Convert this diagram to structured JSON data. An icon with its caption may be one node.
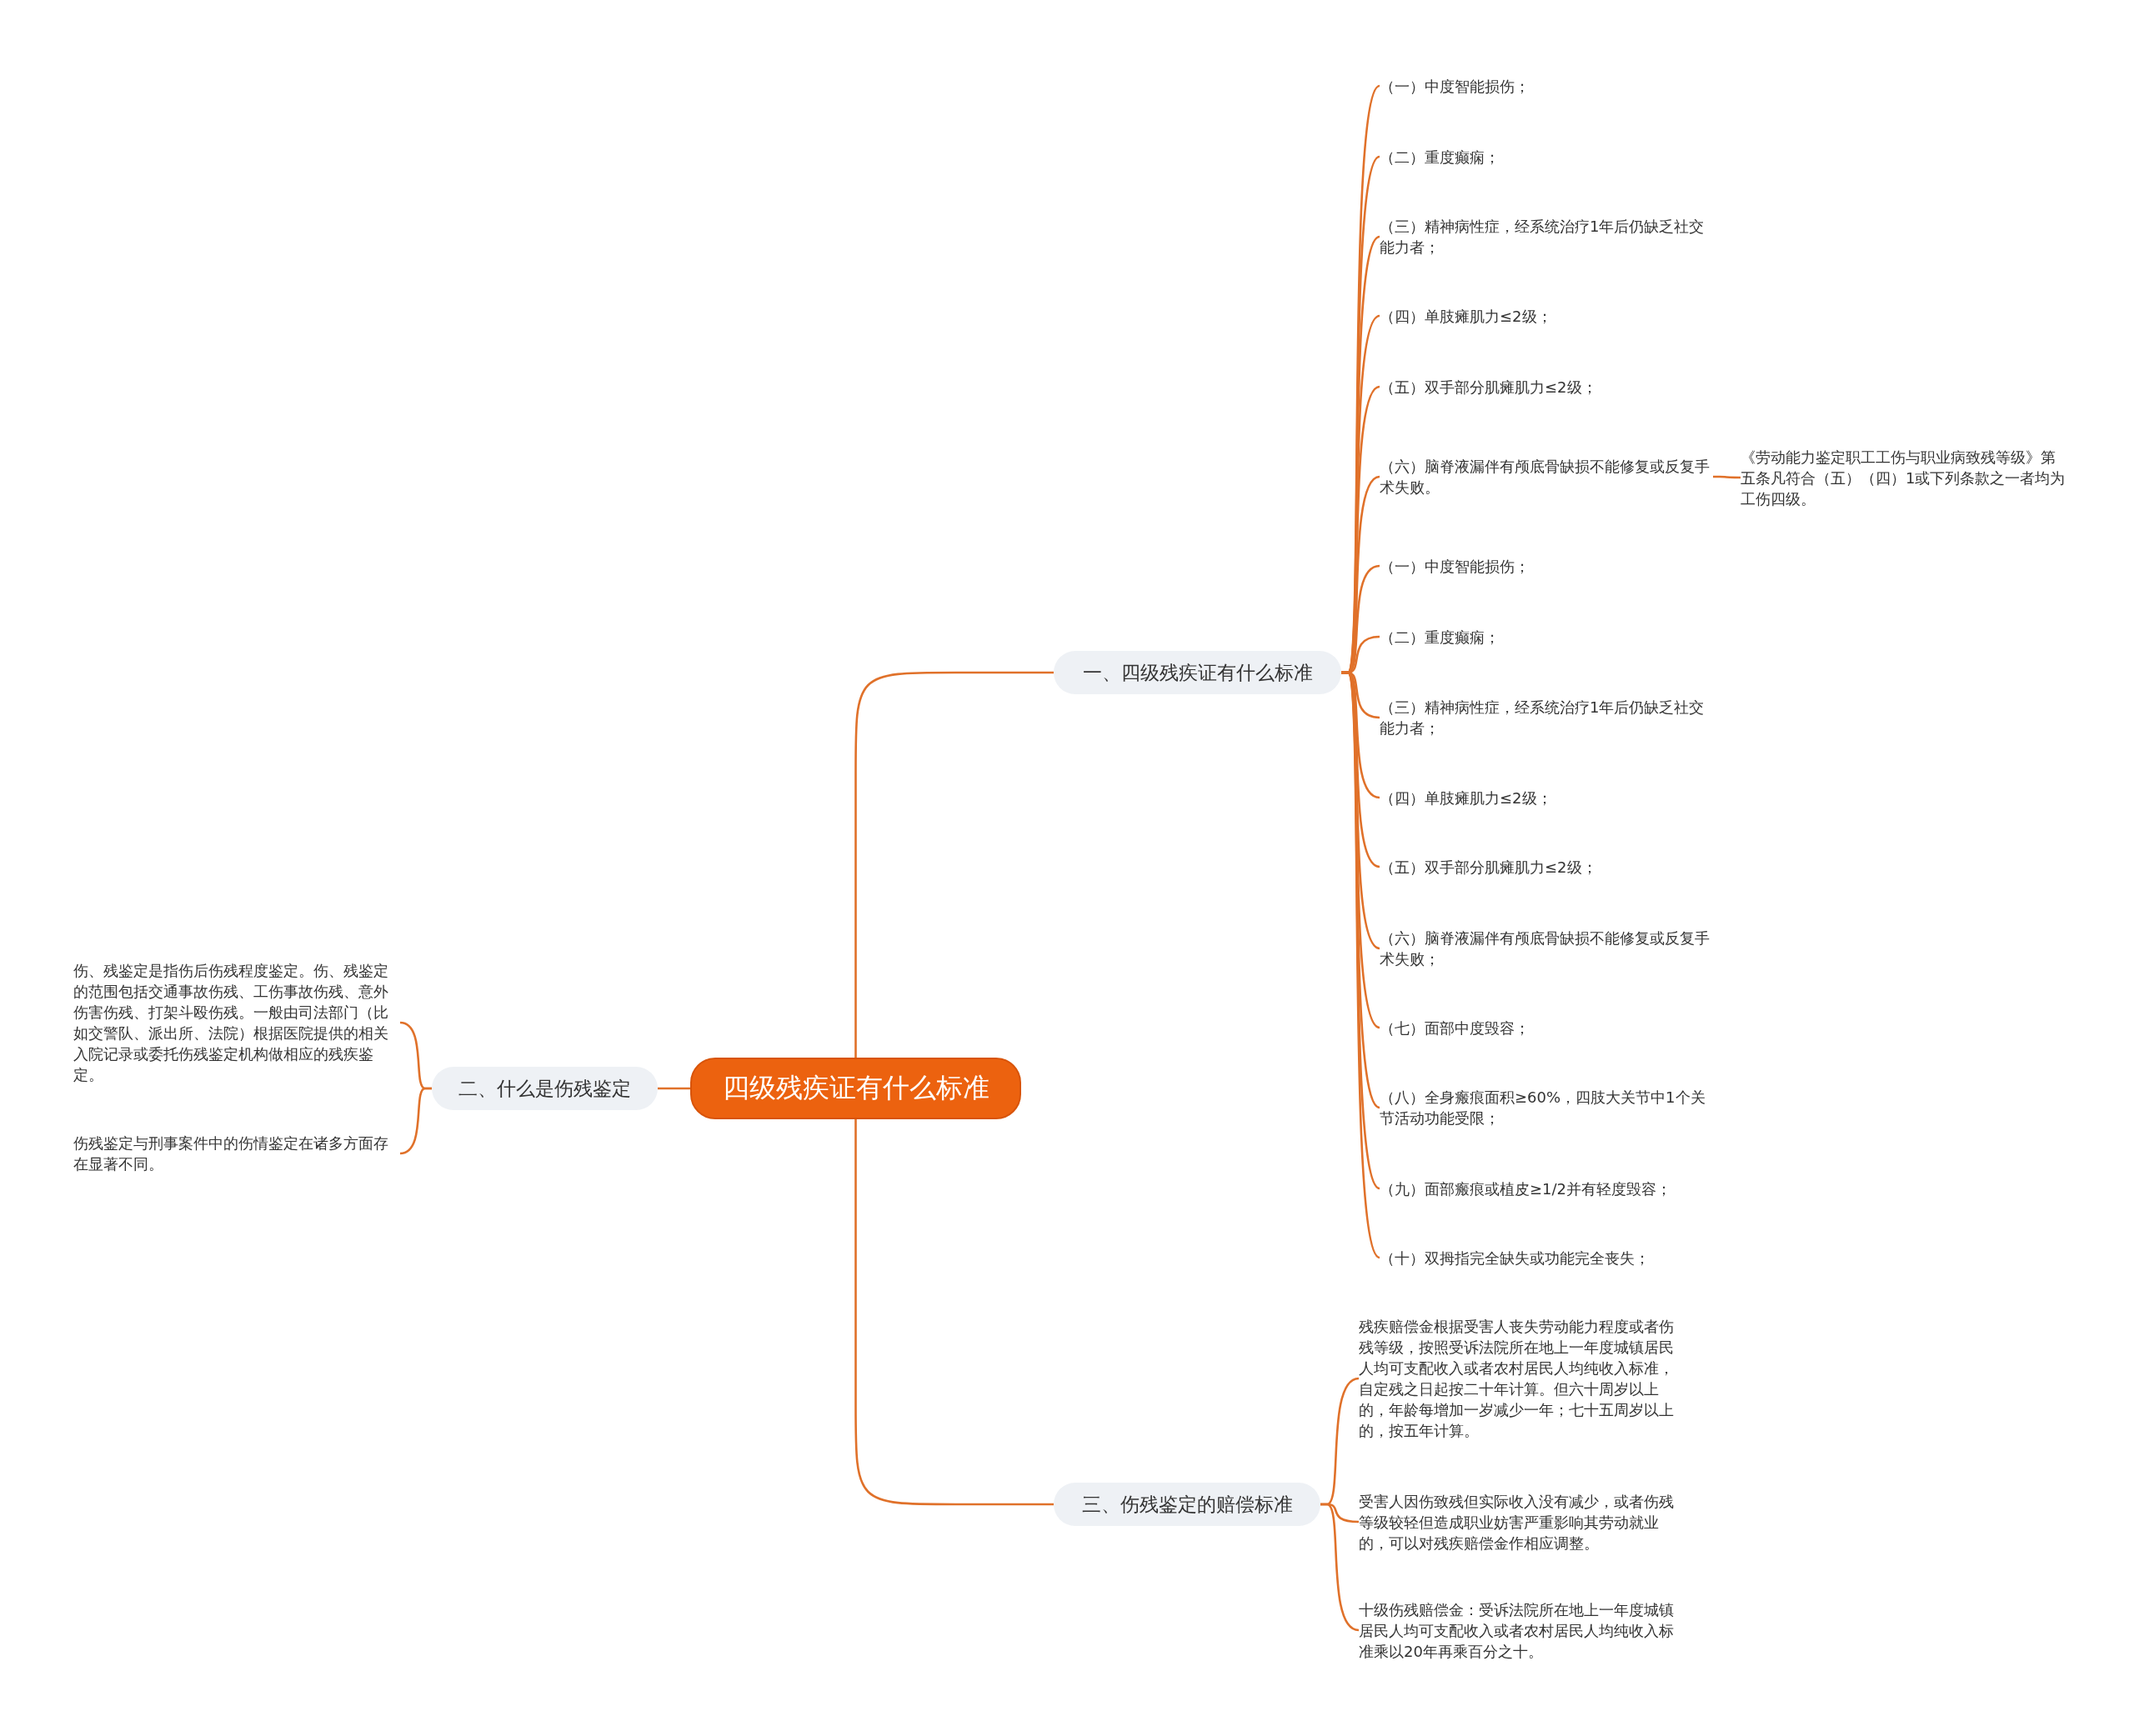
{
  "diagram": {
    "nodes": [
      {
        "text": [
          "四级残疾证有什么标准"
        ]
      },
      {
        "text": [
          "一、四级残疾证有什么标准"
        ]
      },
      {
        "text": [
          "（一）中度智能损伤；"
        ]
      },
      {
        "text": [
          "（二）重度癫痫；"
        ]
      },
      {
        "text": [
          "（三）精神病性症，经系统治疗1年后仍缺乏社交能力者；"
        ]
      },
      {
        "text": [
          "（四）单肢瘫肌力≤2级；"
        ]
      },
      {
        "text": [
          "（五）双手部分肌瘫肌力≤2级；"
        ]
      },
      {
        "text": [
          "（六）脑脊液漏伴有颅底骨缺损不能修复或反复手术失败。"
        ]
      },
      {
        "text": [
          "（一）中度智能损伤；"
        ]
      },
      {
        "text": [
          "（二）重度癫痫；"
        ]
      },
      {
        "text": [
          "（三）精神病性症，经系统治疗1年后仍缺乏社交能力者；"
        ]
      },
      {
        "text": [
          "（四）单肢瘫肌力≤2级；"
        ]
      },
      {
        "text": [
          "（五）双手部分肌瘫肌力≤2级；"
        ]
      },
      {
        "text": [
          "（六）脑脊液漏伴有颅底骨缺损不能修复或反复手术失败；"
        ]
      },
      {
        "text": [
          "（七）面部中度毁容；"
        ]
      },
      {
        "text": [
          "（八）全身瘢痕面积≥60%，四肢大关节中1个关节活动功能受限；"
        ]
      },
      {
        "text": [
          "（九）面部瘢痕或植皮≥1/2并有轻度毁容；"
        ]
      },
      {
        "text": [
          "（十）双拇指完全缺失或功能完全丧失；"
        ]
      },
      {
        "text": [
          "《劳动能力鉴定职工工伤与职业病致残等级》第五条凡符合（五）（四）1或下列条款之一者均为工伤四级。"
        ]
      },
      {
        "text": [
          "二、什么是伤残鉴定"
        ]
      },
      {
        "text": [
          "伤、残鉴定是指伤后伤残程度鉴定。伤、残鉴定的范围包括交通事故伤残、工伤事故伤残、意外伤害伤残、打架斗殴伤残。一般由司法部门（比如交警队、派出所、法院）根据医院提供的相关入院记录或委托伤残鉴定机构做相应的残疾鉴定。"
        ]
      },
      {
        "text": [
          "伤残鉴定与刑事案件中的伤情鉴定在诸多方面存在显著不同。"
        ]
      },
      {
        "text": [
          "三、伤残鉴定的赔偿标准"
        ]
      },
      {
        "text": [
          "残疾赔偿金根据受害人丧失劳动能力程度或者伤残等级，按照受诉法院所在地上一年度城镇居民人均可支配收入或者农村居民人均纯收入标准，自定残之日起按二十年计算。但六十周岁以上的，年龄每增加一岁减少一年；七十五周岁以上的，按五年计算。"
        ]
      },
      {
        "text": [
          "受害人因伤致残但实际收入没有减少，或者伤残等级较轻但造成职业妨害严重影响其劳动就业的，可以对残疾赔偿金作相应调整。"
        ]
      },
      {
        "text": [
          "十级伤残赔偿金：受诉法院所在地上一年度城镇居民人均可支配收入或者农村居民人均纯收入标准乘以20年再乘百分之十。"
        ]
      }
    ],
    "edges": [
      {
        "from": 0,
        "to": 1,
        "arrow": "none"
      },
      {
        "from": 1,
        "to": 2,
        "arrow": "none"
      },
      {
        "from": 1,
        "to": 3,
        "arrow": "none"
      },
      {
        "from": 1,
        "to": 4,
        "arrow": "none"
      },
      {
        "from": 1,
        "to": 5,
        "arrow": "none"
      },
      {
        "from": 1,
        "to": 6,
        "arrow": "none"
      },
      {
        "from": 1,
        "to": 7,
        "arrow": "none"
      },
      {
        "from": 1,
        "to": 8,
        "arrow": "none"
      },
      {
        "from": 1,
        "to": 9,
        "arrow": "none"
      },
      {
        "from": 1,
        "to": 10,
        "arrow": "none"
      },
      {
        "from": 1,
        "to": 11,
        "arrow": "none"
      },
      {
        "from": 1,
        "to": 12,
        "arrow": "none"
      },
      {
        "from": 1,
        "to": 13,
        "arrow": "none"
      },
      {
        "from": 1,
        "to": 14,
        "arrow": "none"
      },
      {
        "from": 1,
        "to": 15,
        "arrow": "none"
      },
      {
        "from": 1,
        "to": 16,
        "arrow": "none"
      },
      {
        "from": 1,
        "to": 17,
        "arrow": "none"
      },
      {
        "from": 7,
        "to": 18,
        "arrow": "none"
      },
      {
        "from": 0,
        "to": 19,
        "arrow": "none"
      },
      {
        "from": 19,
        "to": 20,
        "arrow": "none"
      },
      {
        "from": 19,
        "to": 21,
        "arrow": "none"
      },
      {
        "from": 0,
        "to": 22,
        "arrow": "none"
      },
      {
        "from": 22,
        "to": 23,
        "arrow": "none"
      },
      {
        "from": 22,
        "to": 24,
        "arrow": "none"
      },
      {
        "from": 22,
        "to": 25,
        "arrow": "none"
      }
    ]
  }
}
